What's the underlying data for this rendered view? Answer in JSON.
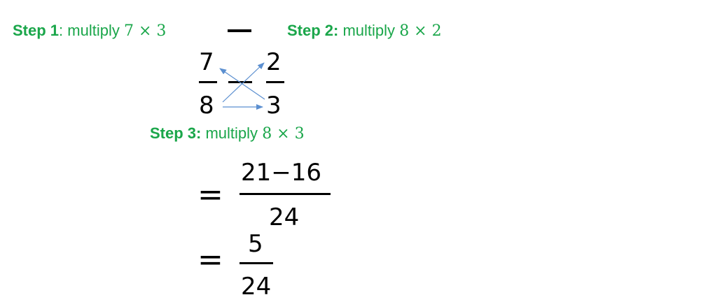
{
  "steps": {
    "step1": {
      "label": "Step 1",
      "separator": ":",
      "text": "multiply",
      "expr": "7 × 3"
    },
    "step2": {
      "label": "Step 2:",
      "text": "multiply",
      "expr": "8 × 2"
    },
    "step3": {
      "label": "Step 3:",
      "text": "multiply",
      "expr": "8 × 3"
    }
  },
  "fractions": {
    "first": {
      "numerator": "7",
      "denominator": "8"
    },
    "second": {
      "numerator": "2",
      "denominator": "3"
    }
  },
  "operator": "−",
  "result1": {
    "equals": "=",
    "numerator": "21−16",
    "denominator": "24"
  },
  "result2": {
    "equals": "=",
    "numerator": "5",
    "denominator": "24"
  },
  "colors": {
    "step_text": "#1aa64a",
    "arrow": "#5b8fd0",
    "ink": "#000000"
  }
}
